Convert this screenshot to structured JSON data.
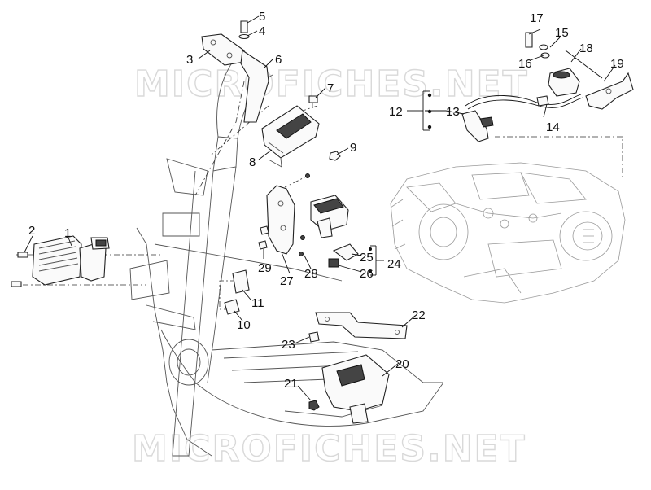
{
  "watermark": {
    "text": "MICROFICHES.NET"
  },
  "callouts": [
    {
      "id": "1",
      "label": "1"
    },
    {
      "id": "2",
      "label": "2"
    },
    {
      "id": "3",
      "label": "3"
    },
    {
      "id": "4",
      "label": "4"
    },
    {
      "id": "5",
      "label": "5"
    },
    {
      "id": "6",
      "label": "6"
    },
    {
      "id": "7",
      "label": "7"
    },
    {
      "id": "8",
      "label": "8"
    },
    {
      "id": "9",
      "label": "9"
    },
    {
      "id": "10",
      "label": "10"
    },
    {
      "id": "11",
      "label": "11"
    },
    {
      "id": "12",
      "label": "12"
    },
    {
      "id": "13",
      "label": "13"
    },
    {
      "id": "14",
      "label": "14"
    },
    {
      "id": "15",
      "label": "15"
    },
    {
      "id": "16",
      "label": "16"
    },
    {
      "id": "17",
      "label": "17"
    },
    {
      "id": "18",
      "label": "18"
    },
    {
      "id": "19",
      "label": "19"
    },
    {
      "id": "20",
      "label": "20"
    },
    {
      "id": "21",
      "label": "21"
    },
    {
      "id": "22",
      "label": "22"
    },
    {
      "id": "23",
      "label": "23"
    },
    {
      "id": "24",
      "label": "24"
    },
    {
      "id": "25",
      "label": "25"
    },
    {
      "id": "26",
      "label": "26"
    },
    {
      "id": "27",
      "label": "27"
    },
    {
      "id": "28",
      "label": "28"
    },
    {
      "id": "29",
      "label": "29"
    }
  ]
}
